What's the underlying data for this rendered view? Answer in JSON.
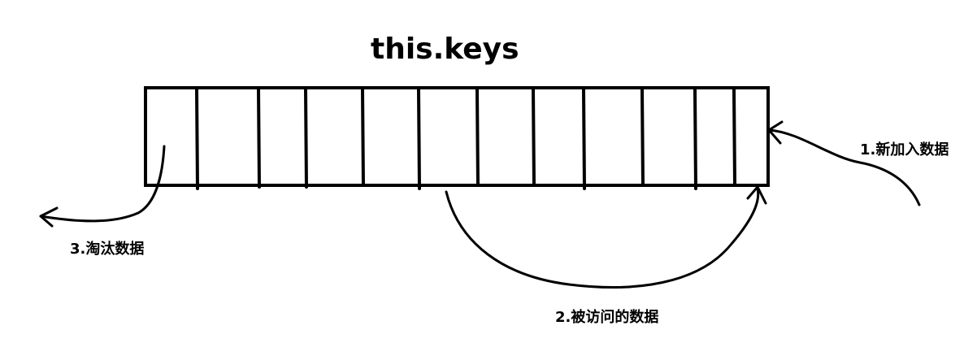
{
  "diagram": {
    "title": "this.keys",
    "labels": {
      "new_data": "1.新加入数据",
      "accessed_data": "2.被访问的数据",
      "evicted_data": "3.淘汰数据"
    },
    "cell_count": 12,
    "colors": {
      "stroke": "#000000",
      "background": "#ffffff",
      "text": "#000000"
    }
  }
}
